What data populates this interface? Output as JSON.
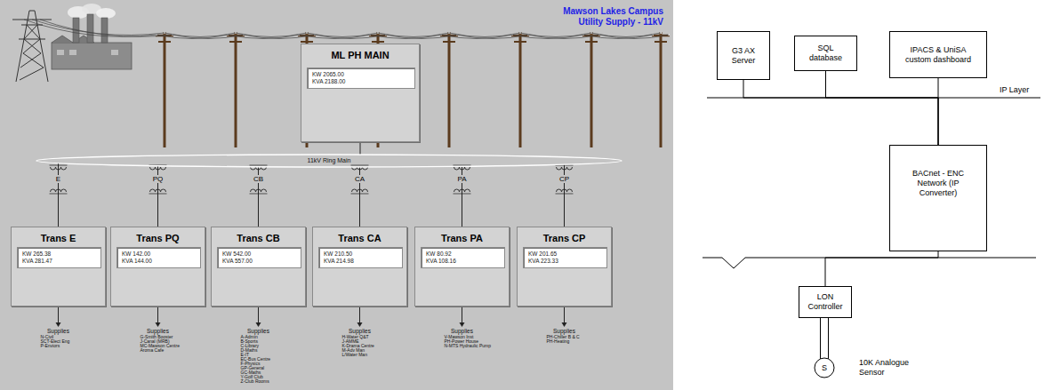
{
  "diagram": {
    "title": "Mawson Lakes Campus Utility Supply - 11kV",
    "nodes": [
      {
        "text": [
          "ML PH MAIN"
        ]
      },
      {
        "text": [
          "KW 2065.00",
          "KVA 2188.00"
        ],
        "in": 0
      },
      {
        "text": [
          "11kV Ring Main"
        ]
      },
      {
        "text": [
          "Trans E"
        ]
      },
      {
        "text": [
          "KW 265.38",
          "KVA 281.47"
        ],
        "in": 3
      },
      {
        "text": [
          "Trans PQ"
        ]
      },
      {
        "text": [
          "KW 142.00",
          "KVA 144.00"
        ],
        "in": 5
      },
      {
        "text": [
          "Trans CB"
        ]
      },
      {
        "text": [
          "KW 542.00",
          "KVA 557.00"
        ],
        "in": 7
      },
      {
        "text": [
          "Trans CA"
        ]
      },
      {
        "text": [
          "KW 210.50",
          "KVA 214.98"
        ],
        "in": 9
      },
      {
        "text": [
          "Trans PA"
        ]
      },
      {
        "text": [
          "KW 80.92",
          "KVA 108.16"
        ],
        "in": 11
      },
      {
        "text": [
          "Trans CP"
        ]
      },
      {
        "text": [
          "KW 201.65",
          "KVA 223.33"
        ],
        "in": 13
      },
      {
        "text": [
          "G3 AX Server"
        ]
      },
      {
        "text": [
          "SQL database"
        ]
      },
      {
        "text": [
          "IPACS & UniSA custom dashboard"
        ]
      },
      {
        "text": [
          "BACnet - ENC Network (IP Converter)"
        ]
      },
      {
        "text": [
          "LON Controller"
        ]
      },
      {
        "text": [
          "S"
        ]
      }
    ],
    "edges": [
      {
        "from": 0,
        "to": 2,
        "arrow": "none"
      },
      {
        "from": 2,
        "to": 3,
        "arrow": "none"
      },
      {
        "from": 2,
        "to": 5,
        "arrow": "none"
      },
      {
        "from": 2,
        "to": 7,
        "arrow": "none"
      },
      {
        "from": 2,
        "to": 9,
        "arrow": "none"
      },
      {
        "from": 2,
        "to": 11,
        "arrow": "none"
      },
      {
        "from": 2,
        "to": 13,
        "arrow": "none"
      },
      {
        "from": 15,
        "to": 18,
        "arrow": "none"
      },
      {
        "from": 16,
        "to": 18,
        "arrow": "none"
      },
      {
        "from": 17,
        "to": 18,
        "arrow": "none"
      },
      {
        "from": 18,
        "to": 19,
        "arrow": "none"
      },
      {
        "from": 19,
        "to": 20,
        "arrow": "none"
      }
    ],
    "labels": [
      "E",
      "PQ",
      "CB",
      "CA",
      "PA",
      "CP",
      "Supplies",
      "N-Civil",
      "SCT-Elect Eng",
      "P-Enviors",
      "Supplies",
      "G-Smith Booster",
      "J-Canal (MRB)",
      "MC-Mawson Centre",
      "Aroma Cafe",
      "Supplies",
      "A-Admin",
      "B-Sports",
      "C-Library",
      "D-Maths",
      "E-IT",
      "EC-Bus Centre",
      "F-Physics",
      "GP-General",
      "GC-Maths",
      "Y-Golf Club",
      "Z-Club Rooms",
      "Supplies",
      "H-Water Q&T",
      "J-AMME",
      "K-Drama Centre",
      "M-Adv Man",
      "L/Water Man",
      "Supplies",
      "V-Mawson Inst",
      "PH-Power House",
      "N-MTS Hydraulic Pump",
      "Supplies",
      "PH-Chiller B & C",
      "PH-Heating",
      "IP Layer",
      "10K Analogue Sensor"
    ]
  }
}
